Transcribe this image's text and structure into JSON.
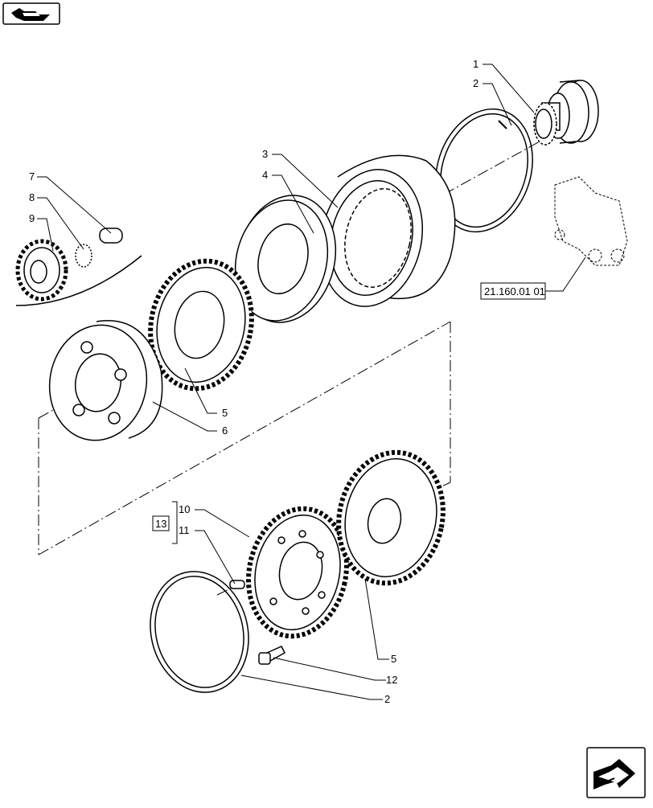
{
  "diagram": {
    "callouts": {
      "c1": "1",
      "c2_top": "2",
      "c3": "3",
      "c4": "4",
      "c5_top": "5",
      "c5_bottom": "5",
      "c6": "6",
      "c7": "7",
      "c8": "8",
      "c9": "9",
      "c10": "10",
      "c11": "11",
      "c12": "12",
      "c2_bottom": "2",
      "group_13": "13",
      "ref": "21.160.01 01"
    }
  },
  "icons": {
    "prev": "back-arrow-icon",
    "next": "forward-arrow-icon"
  },
  "colors": {
    "line": "#000000",
    "background": "#ffffff"
  }
}
